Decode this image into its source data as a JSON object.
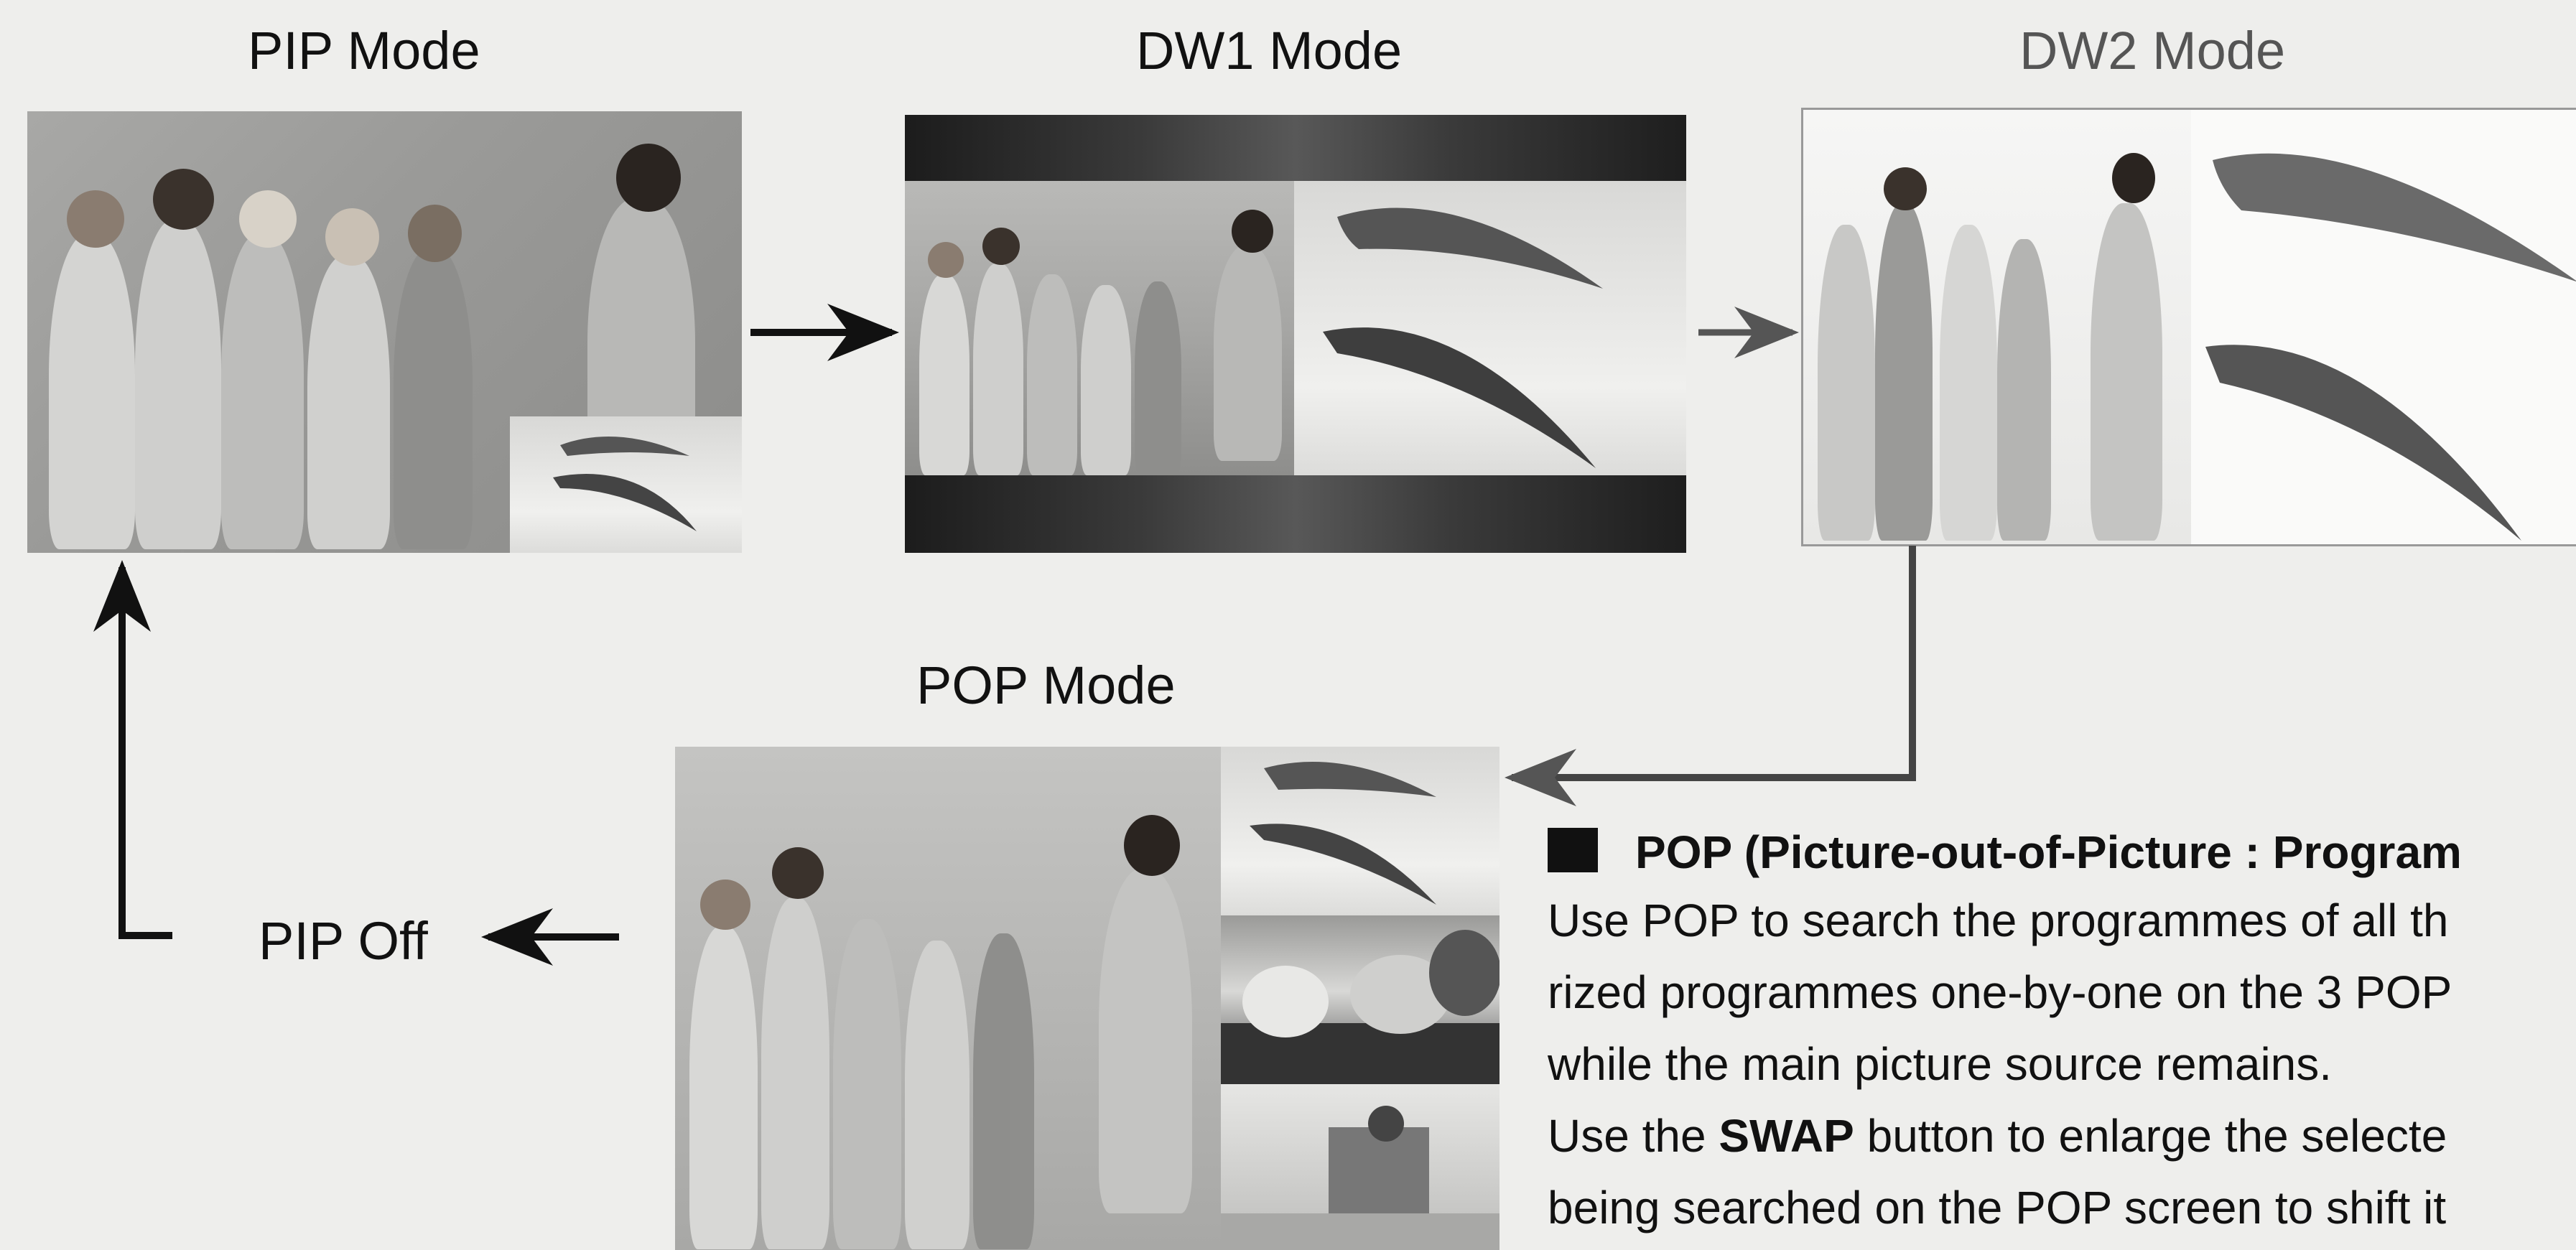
{
  "labels": {
    "pip_mode": "PIP Mode",
    "dw1_mode": "DW1 Mode",
    "dw2_mode": "DW2 Mode",
    "pop_mode": "POP Mode",
    "pip_off": "PIP Off"
  },
  "description": {
    "heading": "POP (Picture-out-of-Picture : Program",
    "line1": "Use POP to search the programmes of all th",
    "line2": "rized programmes one-by-one on the 3 POP",
    "line3": "while the main picture source remains.",
    "line4_pre": "Use the ",
    "line4_bold": "SWAP",
    "line4_post": " button to enlarge the selecte",
    "line5": "being searched on the POP screen to shift it"
  },
  "colors": {
    "background": "#eeeeec",
    "arrow": "#111111",
    "text": "#111111"
  },
  "icons": {
    "bullet": "filled-square-icon",
    "arrows": "arrow-right-icon"
  }
}
